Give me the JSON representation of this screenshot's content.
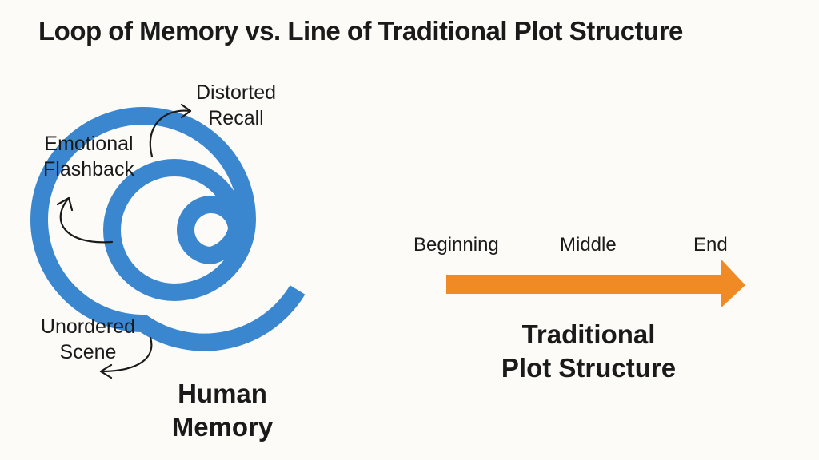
{
  "title": "Loop of Memory vs. Line of Traditional Plot  Structure",
  "memory": {
    "labels": {
      "distorted_line1": "Distorted",
      "distorted_line2": "Recall",
      "emotional_line1": "Emotional",
      "emotional_line2": "Flashback",
      "unordered_line1": "Unordered",
      "unordered_line2": "Scene"
    },
    "caption_line1": "Human",
    "caption_line2": "Memory",
    "spiral_color": "#3a86cf"
  },
  "plot": {
    "stages": [
      "Beginning",
      "Middle",
      "End"
    ],
    "caption_line1": "Traditional",
    "caption_line2": "Plot Structure",
    "arrow_color": "#f08a24"
  }
}
